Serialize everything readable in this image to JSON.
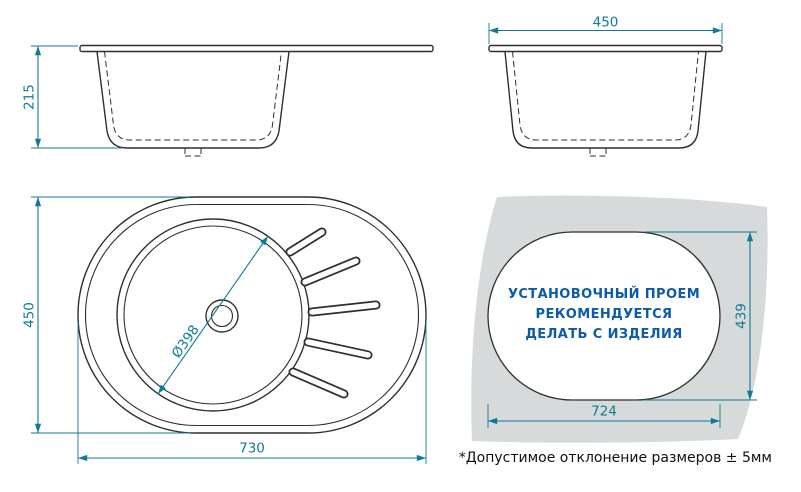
{
  "colors": {
    "dimension": "#107a96",
    "drawing_line": "#2f2f2f",
    "cutout_text": "#0b5ba8",
    "cutout_background": "#d7dadb",
    "footnote_text": "#111111"
  },
  "views": {
    "front_elevation": {
      "depth_label": "215"
    },
    "side_elevation": {
      "width_label": "450"
    },
    "plan": {
      "height_label": "450",
      "width_label": "730",
      "bowl_diameter_label": "Ø398"
    },
    "cutout": {
      "width_label": "724",
      "height_label": "439",
      "text_lines": [
        "УСТАНОВОЧНЫЙ ПРОЕМ",
        "РЕКОМЕНДУЕТСЯ",
        "ДЕЛАТЬ С ИЗДЕЛИЯ"
      ]
    }
  },
  "footnote": "*Допустимое отклонение размеров ± 5мм"
}
